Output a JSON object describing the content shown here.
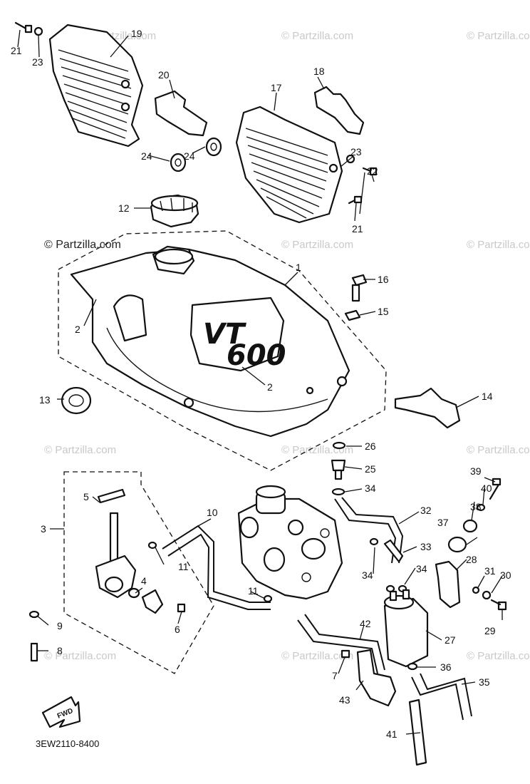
{
  "diagram_code": "3EW2110-8400",
  "watermark": "© Partzilla.com",
  "watermark_main": "© Partzilla.com",
  "tank_logo_top": "VT",
  "tank_logo_bottom": "600",
  "fwd_label": "FWD",
  "callouts": [
    "1",
    "2",
    "2",
    "3",
    "4",
    "5",
    "6",
    "7",
    "8",
    "9",
    "10",
    "11",
    "11",
    "12",
    "13",
    "14",
    "15",
    "16",
    "17",
    "18",
    "19",
    "20",
    "21",
    "21",
    "22",
    "23",
    "23",
    "24",
    "24",
    "25",
    "26",
    "27",
    "28",
    "29",
    "30",
    "31",
    "32",
    "33",
    "34",
    "34",
    "34",
    "35",
    "36",
    "37",
    "38",
    "39",
    "40",
    "41",
    "42",
    "43"
  ]
}
